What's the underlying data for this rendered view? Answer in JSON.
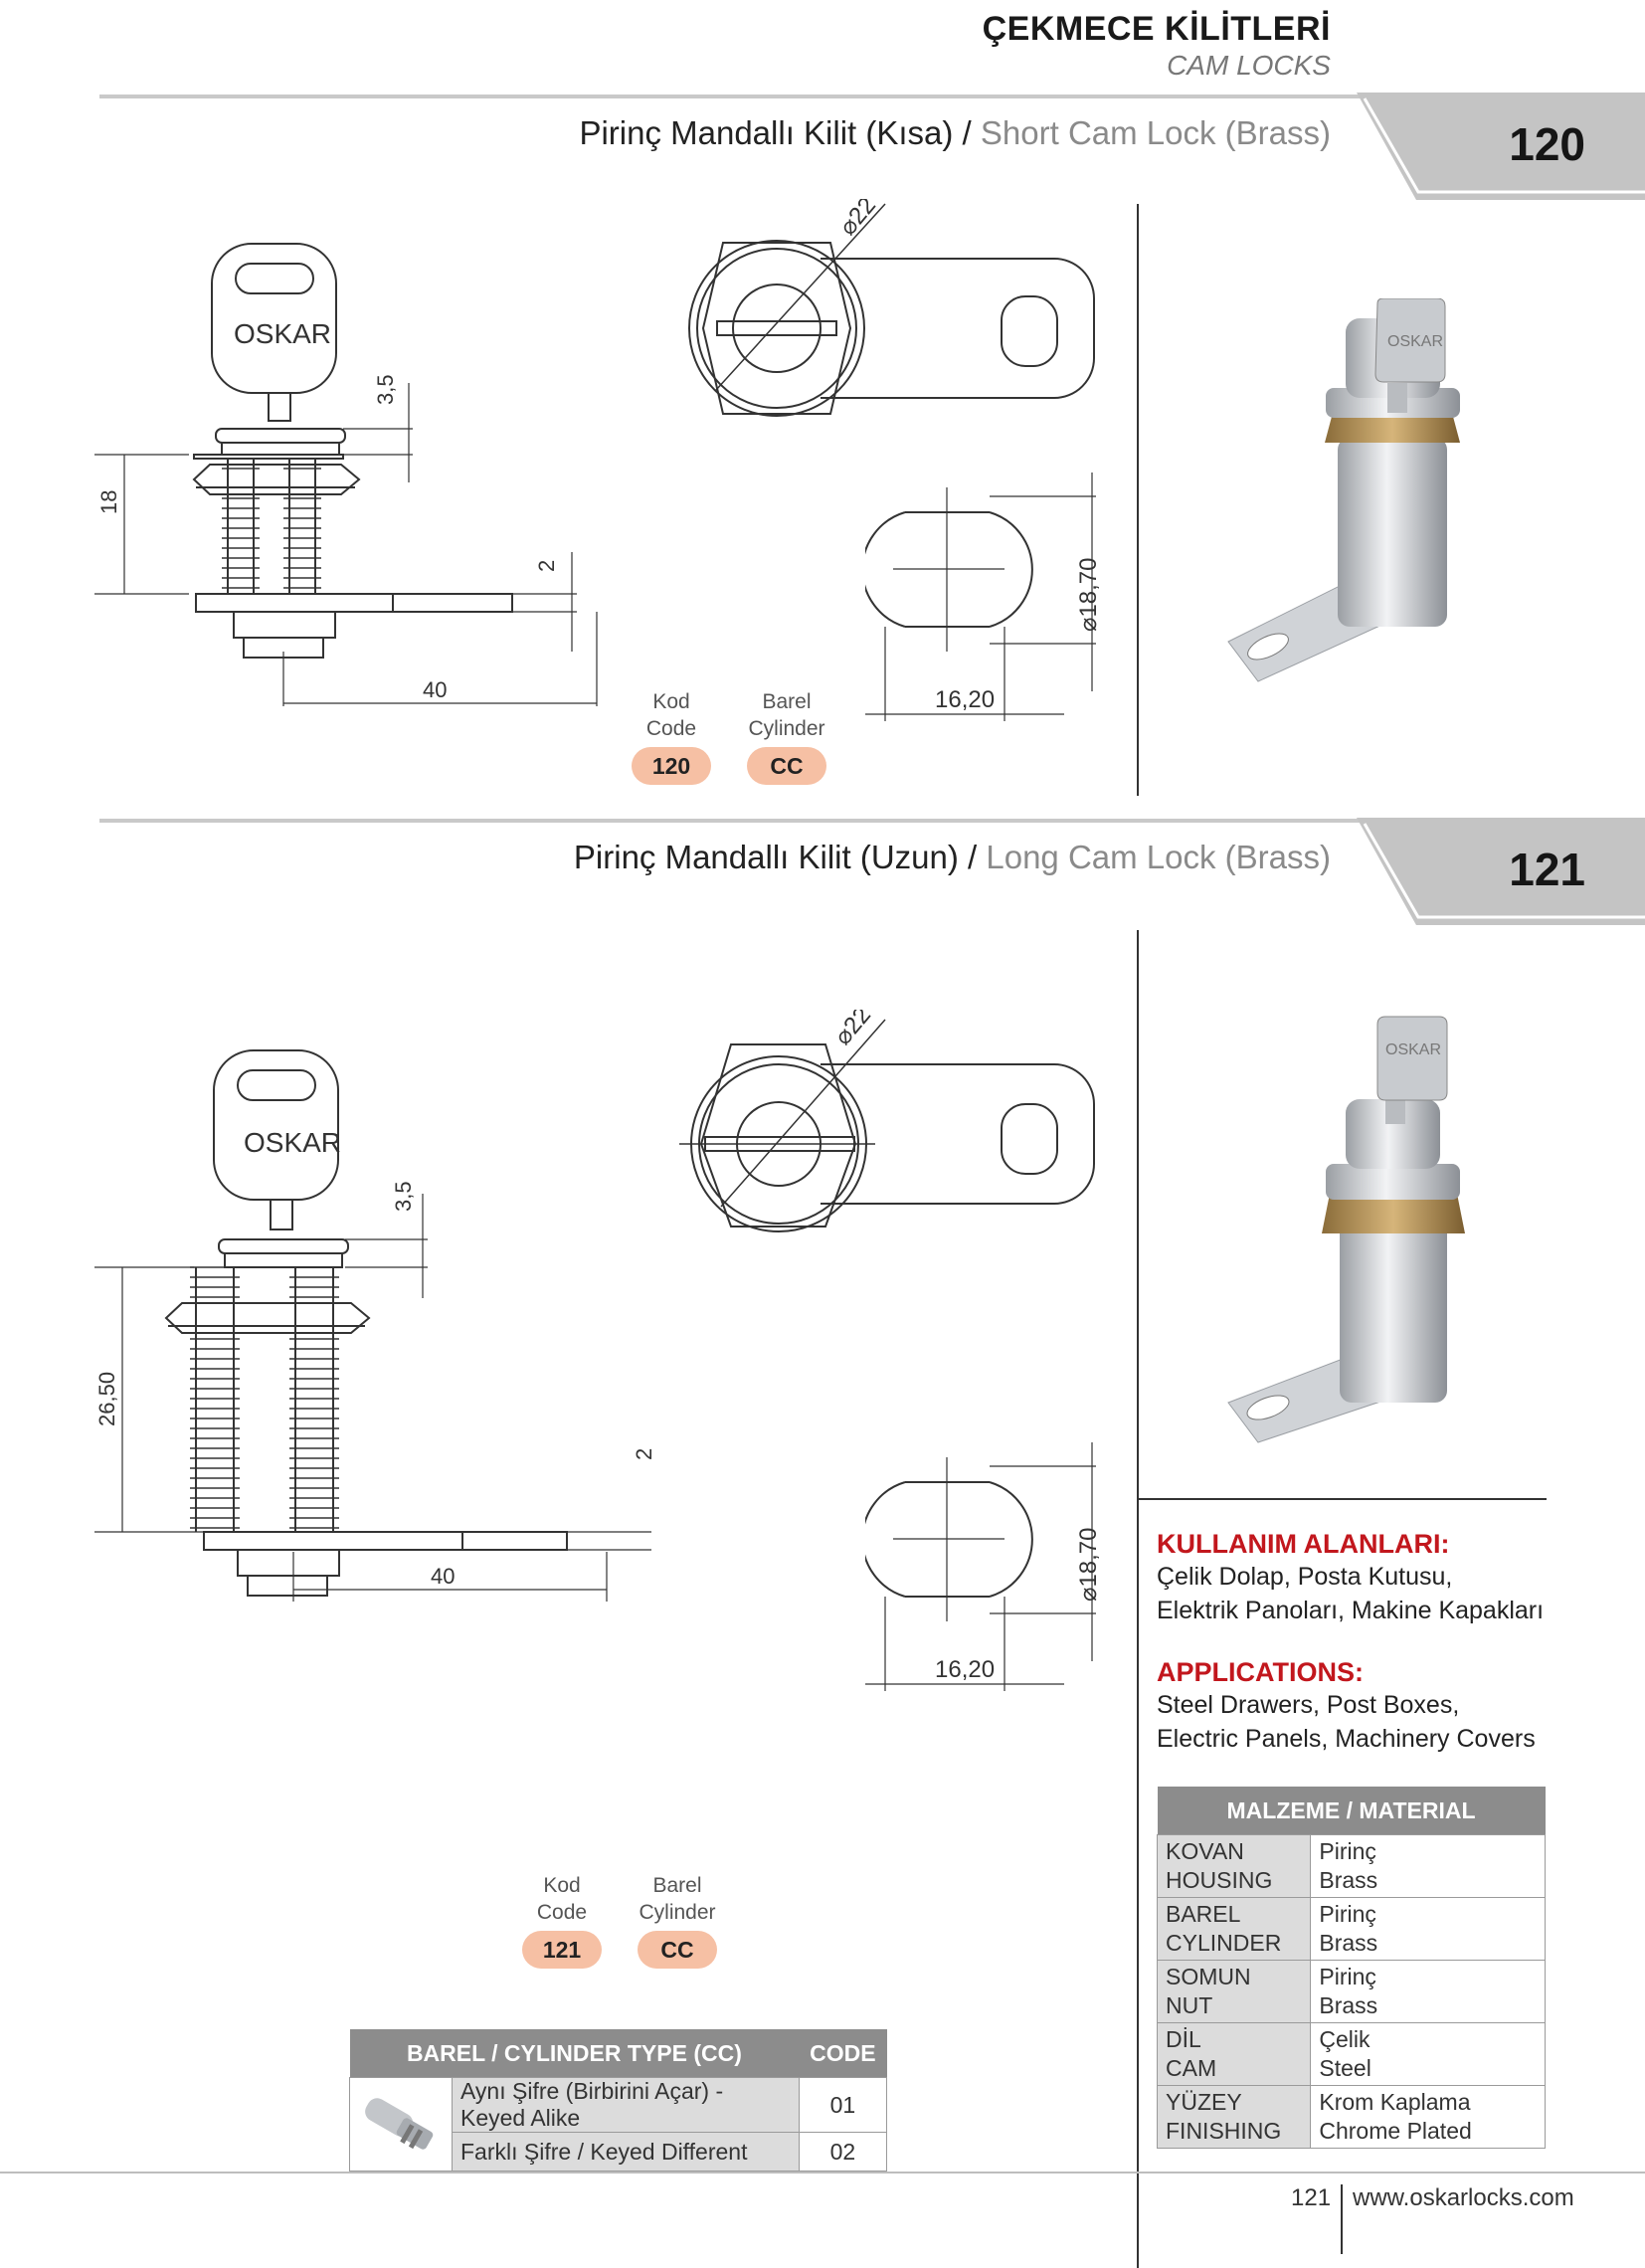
{
  "header": {
    "title": "ÇEKMECE KİLİTLERİ",
    "subtitle": "CAM LOCKS"
  },
  "sections": [
    {
      "title_tr": "Pirinç Mandallı Kilit (Kısa) /",
      "title_en": "Short Cam Lock (Brass)",
      "number": "120",
      "code_label": [
        "Kod",
        "Code"
      ],
      "cylinder_label": [
        "Barel",
        "Cylinder"
      ],
      "code": "120",
      "cylinder": "CC",
      "dims": {
        "key": "3,5",
        "height": "18",
        "cam": "2",
        "length": "40",
        "diameter": "⌀22",
        "face": "⌀18,70",
        "width": "16,20"
      }
    },
    {
      "title_tr": "Pirinç Mandallı Kilit (Uzun) /",
      "title_en": "Long Cam Lock (Brass)",
      "number": "121",
      "code_label": [
        "Kod",
        "Code"
      ],
      "cylinder_label": [
        "Barel",
        "Cylinder"
      ],
      "code": "121",
      "cylinder": "CC",
      "dims": {
        "key": "3,5",
        "height": "26,50",
        "cam": "2",
        "length": "40",
        "diameter": "⌀22",
        "face": "⌀18,70",
        "width": "16,20"
      }
    }
  ],
  "brand": "OSKAR",
  "applications": {
    "tr_head": "KULLANIM ALANLARI:",
    "tr_lines": [
      "Çelik Dolap, Posta Kutusu,",
      "Elektrik Panoları, Makine Kapakları"
    ],
    "en_head": "APPLICATIONS:",
    "en_lines": [
      "Steel Drawers, Post Boxes,",
      "Electric Panels, Machinery Covers"
    ]
  },
  "material": {
    "header": "MALZEME / MATERIAL",
    "rows": [
      {
        "k1": "KOVAN",
        "k2": "HOUSING",
        "v1": "Pirinç",
        "v2": "Brass"
      },
      {
        "k1": "BAREL",
        "k2": "CYLINDER",
        "v1": "Pirinç",
        "v2": "Brass"
      },
      {
        "k1": "SOMUN",
        "k2": "NUT",
        "v1": "Pirinç",
        "v2": "Brass"
      },
      {
        "k1": "DİL",
        "k2": "CAM",
        "v1": "Çelik",
        "v2": "Steel"
      },
      {
        "k1": "YÜZEY",
        "k2": "FINISHING",
        "v1": "Krom Kaplama",
        "v2": "Chrome Plated"
      }
    ]
  },
  "cylinder_table": {
    "header": "BAREL / CYLINDER TYPE (CC)",
    "code_header": "CODE",
    "rows": [
      {
        "desc": "Aynı Şifre (Birbirini Açar) - Keyed Alike",
        "code": "01"
      },
      {
        "desc": "Farklı Şifre / Keyed Different",
        "code": "02"
      }
    ]
  },
  "footer": {
    "page": "121",
    "url": "www.oskarlocks.com"
  },
  "colors": {
    "accent_red": "#c2171d",
    "pill": "#f6c0a4",
    "table_head": "#8c8c8c",
    "tab_gray": "#c4c4c4"
  }
}
